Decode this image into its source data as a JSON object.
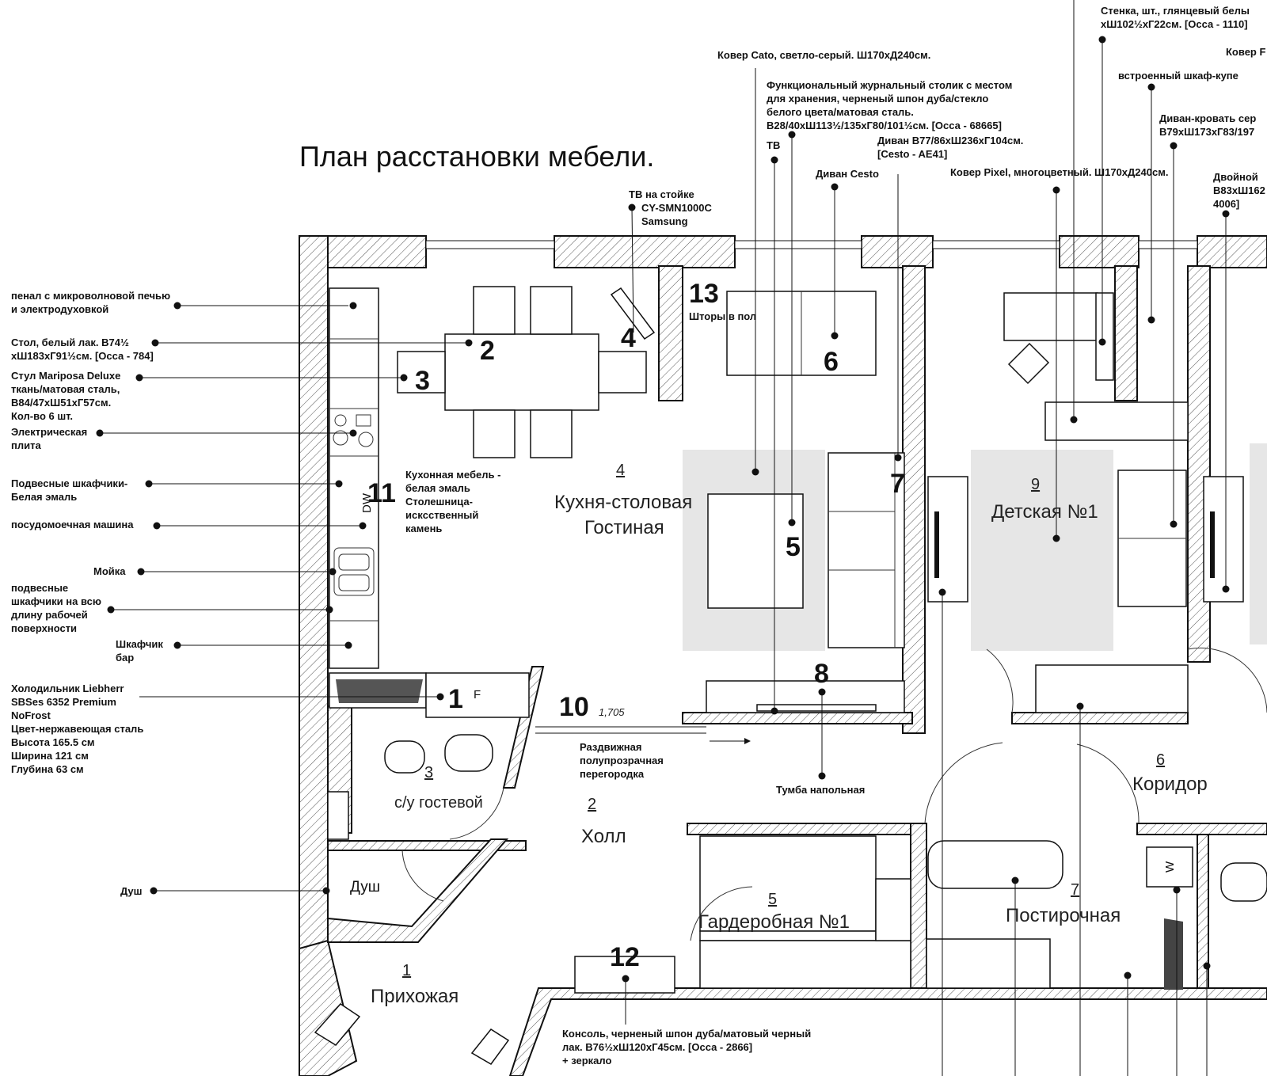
{
  "title": "План  расстановки мебели.",
  "rooms": [
    {
      "num": "1",
      "name": "Прихожая"
    },
    {
      "num": "2",
      "name": "Холл"
    },
    {
      "num": "3",
      "name": "с/у гостевой"
    },
    {
      "num": "4",
      "name_line1": "Кухня-столовая",
      "name_line2": "Гостиная"
    },
    {
      "num": "5",
      "name": "Гардеробная №1"
    },
    {
      "num": "6",
      "name": "Коридор"
    },
    {
      "num": "7",
      "name": "Постирочная"
    },
    {
      "num": "9",
      "name": "Детская №1"
    }
  ],
  "plan_labels": {
    "shower_room": "Душ",
    "dw": "DW",
    "w": "W",
    "f": "F",
    "dim_1705": "1,705",
    "curtains": "Шторы в пол"
  },
  "markers": [
    "1",
    "2",
    "3",
    "4",
    "5",
    "6",
    "7",
    "8",
    "10",
    "11",
    "12",
    "13"
  ],
  "notes": {
    "rug_cato": "Ковер Cato, светло-серый. Ш170хД240см.",
    "coffee_table": [
      "Функциональный журнальный столик с местом",
      "для хранения, черненый шпон дуба/стекло",
      "белого цвета/матовая сталь.",
      "В28/40хШ113½/135хГ80/101½см. [Осса - 68665]"
    ],
    "tv": "ТВ",
    "sofa_cesto_label": "Диван Cesto",
    "sofa_cesto": [
      "Диван  В77/86хШ236хГ104см.",
      "[Cesto - AE41]"
    ],
    "rug_pixel": "Ковер Pixel, многоцветный. Ш170хД240см.",
    "tv_stand": [
      "ТВ  на стойке",
      "CY-SMN1000C",
      "Samsung"
    ],
    "wall_unit": [
      "Стенка, шт., глянцевый белы",
      "хШ102½хГ22см. [Осса - 1110]"
    ],
    "rug_right": "Ковер F",
    "wardrobe": "встроенный шкаф-купе",
    "sofa_bed": [
      "Диван-кровать сер",
      "В79хШ173хГ83/197"
    ],
    "double": [
      "Двойной",
      "В83хШ162",
      "4006]"
    ],
    "kitchen_furniture": [
      "Кухонная мебель -",
      "белая эмаль",
      "Столешница-",
      "искcственный",
      "камень"
    ],
    "sliding": [
      "Раздвижная",
      "полупрозрачная",
      "перегородка"
    ],
    "floor_cabinet": "Тумба напольная",
    "console": [
      "Консоль, черненый шпон дуба/матовый черный",
      "лак. В76½хШ120хГ45см. [Осса - 2866]",
      "+ зеркало"
    ]
  },
  "left_notes": [
    {
      "lines": [
        "пенал с микроволновой печью",
        "и электродуховкой"
      ]
    },
    {
      "lines": [
        "Стол, белый лак. В74½",
        "хШ183хГ91½см. [Осса - 784]"
      ]
    },
    {
      "lines": [
        "Стул Mariposa Deluxe",
        "ткань/матовая сталь,",
        "В84/47хШ51хГ57см.",
        "Кол-во 6 шт."
      ]
    },
    {
      "lines": [
        "Электрическая",
        "плита"
      ]
    },
    {
      "lines": [
        "Подвесные шкафчики-",
        "Белая эмаль"
      ]
    },
    {
      "lines": [
        "посудомоечная машина"
      ]
    },
    {
      "lines": [
        "Мойка"
      ]
    },
    {
      "lines": [
        "подвесные",
        "шкафчики на всю",
        "длину рабочей",
        "поверхности"
      ]
    },
    {
      "lines": [
        "Шкафчик",
        "бар"
      ]
    },
    {
      "lines": [
        "Холодильник Liebherr",
        "SBSes 6352 Premium",
        "NoFrost",
        "Цвет-нержавеющая сталь",
        "Высота   165.5 см",
        "Ширина  121 см",
        "Глубина  63 см"
      ]
    },
    {
      "lines": [
        "Душ"
      ]
    }
  ],
  "colors": {
    "rug": "#e6e6e6",
    "ink": "#111111"
  }
}
